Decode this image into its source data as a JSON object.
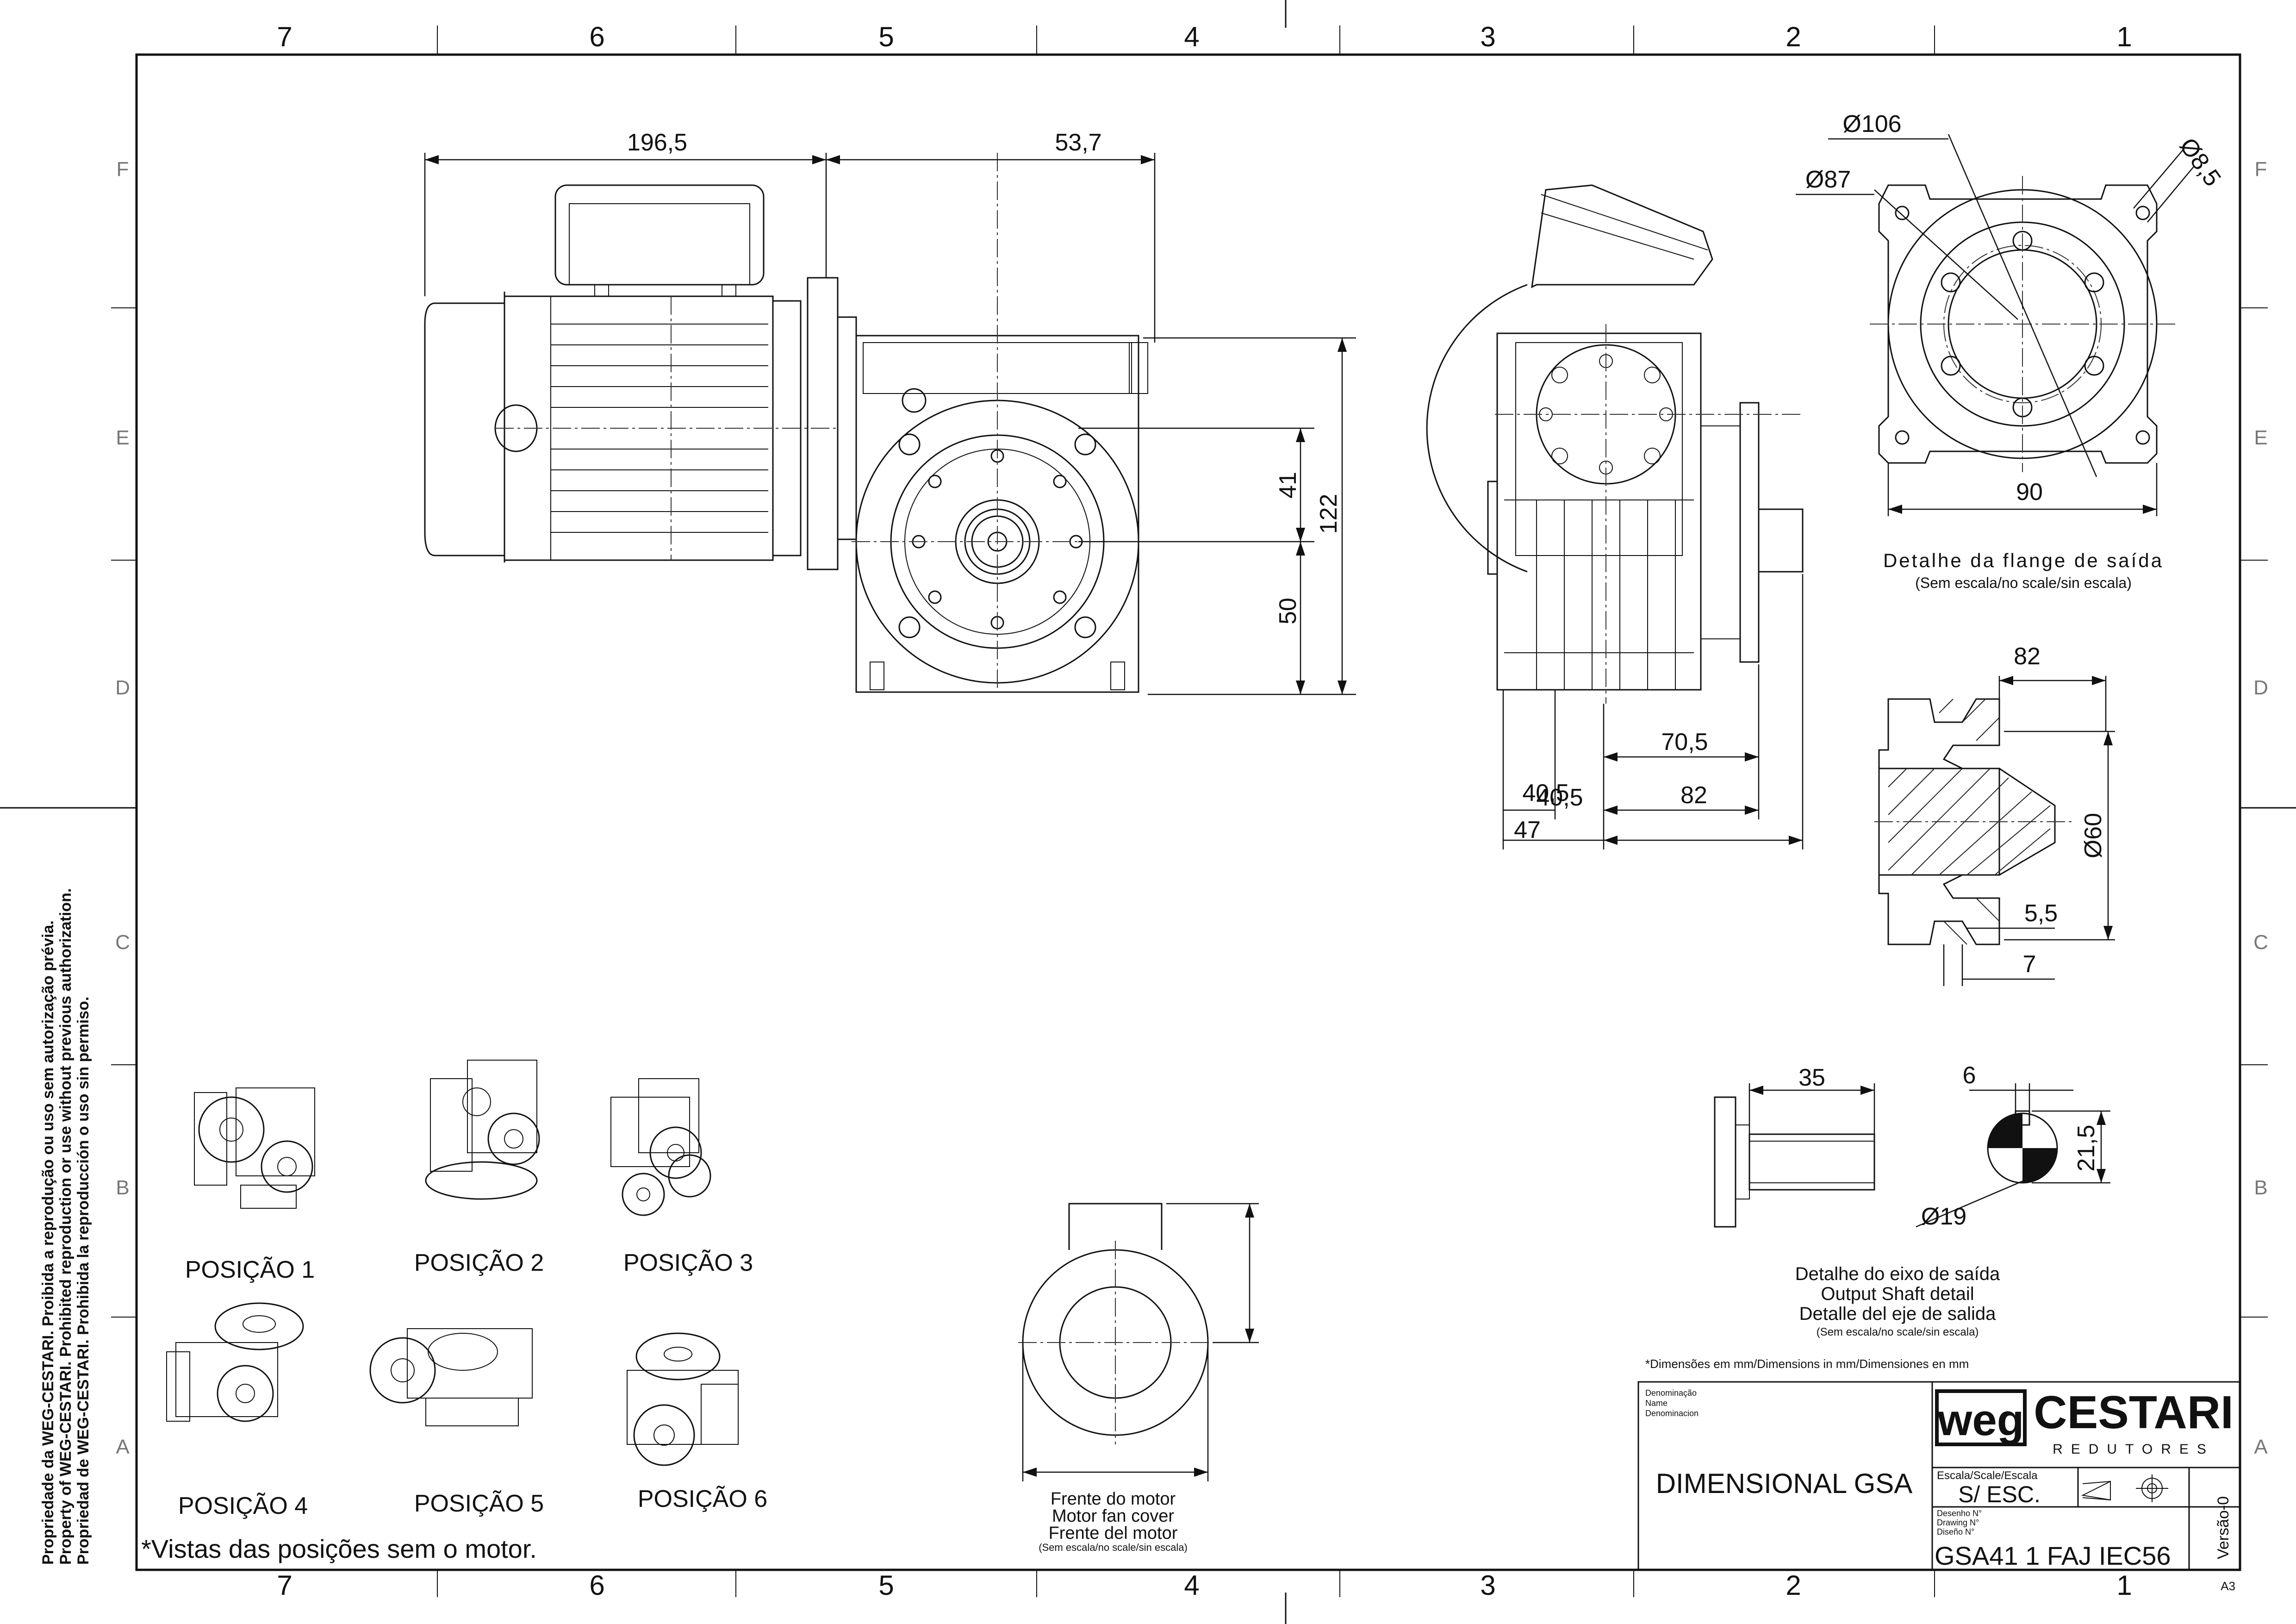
{
  "frame": {
    "column_numbers": [
      "7",
      "6",
      "5",
      "4",
      "3",
      "2",
      "1"
    ],
    "row_letters": [
      "F",
      "E",
      "D",
      "C",
      "B",
      "A"
    ],
    "sheet_size": "A3"
  },
  "copyright_notice": [
    "Propriedade da WEG-CESTARI. Proibida a reprodução ou uso sem autorização prévia.",
    "Property of WEG-CESTARI. Prohibited reproduction or use without previous authorization.",
    "Propriedad de WEG-CESTARI. Prohibida la reproducción o uso sin permiso."
  ],
  "main_view": {
    "dims": {
      "motor_length": "196,5",
      "flange_offset": "53,7",
      "height_total": "122",
      "upper_center": "41",
      "center_height": "50"
    }
  },
  "side_view": {
    "dims": {
      "d1": "70,5",
      "d2": "82",
      "d3": "40,5",
      "d4": "40,5",
      "d5": "47"
    }
  },
  "flange_detail": {
    "dims": {
      "pcd": "Ø106",
      "spigot": "Ø87",
      "hole": "Ø8,5",
      "square": "90"
    },
    "caption": "Detalhe da flange de saída",
    "subcaption": "(Sem escala/no scale/sin escala)"
  },
  "section_detail": {
    "dims": {
      "width": "82",
      "diameter": "Ø60",
      "recess": "5,5",
      "lip": "7"
    }
  },
  "shaft_detail": {
    "dims": {
      "length": "35",
      "key_width": "6",
      "shaft_diameter": "Ø19",
      "key_height": "21,5"
    },
    "captions": [
      "Detalhe do eixo de saída",
      "Output Shaft detail",
      "Detalle del eje de salida"
    ],
    "subcaption": "(Sem escala/no scale/sin escala)"
  },
  "motor_front": {
    "captions": [
      "Frente do motor",
      "Motor fan cover",
      "Frente del motor"
    ],
    "subcaption": "(Sem escala/no scale/sin escala)"
  },
  "positions": {
    "labels": [
      "POSIÇÃO 1",
      "POSIÇÃO 2",
      "POSIÇÃO 3",
      "POSIÇÃO 4",
      "POSIÇÃO 5",
      "POSIÇÃO 6"
    ],
    "note": "*Vistas das posições sem o motor."
  },
  "title_block": {
    "units_note": "*Dimensões em mm/Dimensions in mm/Dimensiones en mm",
    "name_labels": [
      "Denominação",
      "Name",
      "Denominacion"
    ],
    "title": "DIMENSIONAL GSA",
    "brand_weg": "weg",
    "brand_cestari": "CESTARI",
    "brand_sub": "REDUTORES",
    "scale_label": "Escala/Scale/Escala",
    "scale_value": "S/  ESC.",
    "drawing_labels": [
      "Desenho  N°",
      "Drawing  N°",
      "Diseño  N°"
    ],
    "drawing_number": "GSA41 1 FAJ IEC56",
    "version": "Versão-0"
  }
}
